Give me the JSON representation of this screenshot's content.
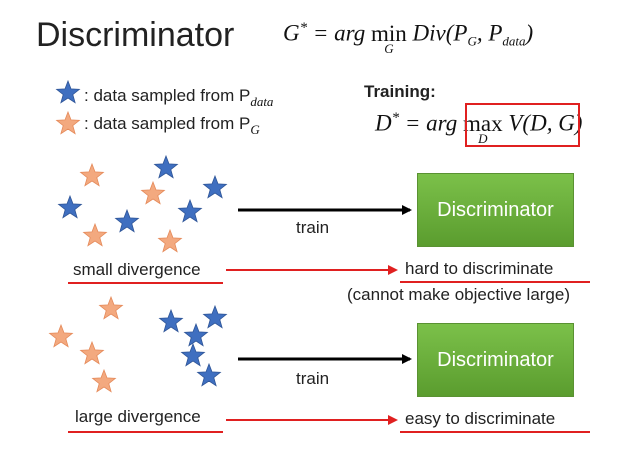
{
  "title": "Discriminator",
  "formula_top": {
    "lhs": "G",
    "lhs_sup": "*",
    "eq": "=",
    "arg": "arg",
    "op": "min",
    "op_sub": "G",
    "func": "Div(P",
    "s1": "G",
    "mid": ", P",
    "s2": "data",
    "end": ")"
  },
  "legend": {
    "data_text": ": data sampled from P",
    "data_sub": "data",
    "gen_text": ": data sampled from P",
    "gen_sub": "G",
    "blue_color": "#3f6fc0",
    "orange_color": "#f3a97f"
  },
  "training": {
    "label": "Training:",
    "lhs": "D",
    "lhs_sup": "*",
    "eq": "=",
    "arg": "arg",
    "op": "max",
    "op_sub": "D",
    "func": "V(D, G)"
  },
  "top_row": {
    "arrow_label": "train",
    "box_label": "Discriminator",
    "divergence": "small divergence",
    "result": "hard to discriminate",
    "note": "(cannot make objective large)"
  },
  "bottom_row": {
    "arrow_label": "train",
    "box_label": "Discriminator",
    "divergence": "large divergence",
    "result": "easy to discriminate"
  },
  "colors": {
    "red": "#e02020",
    "green_top": "#7cc14a",
    "green_bottom": "#5a9c2e"
  }
}
